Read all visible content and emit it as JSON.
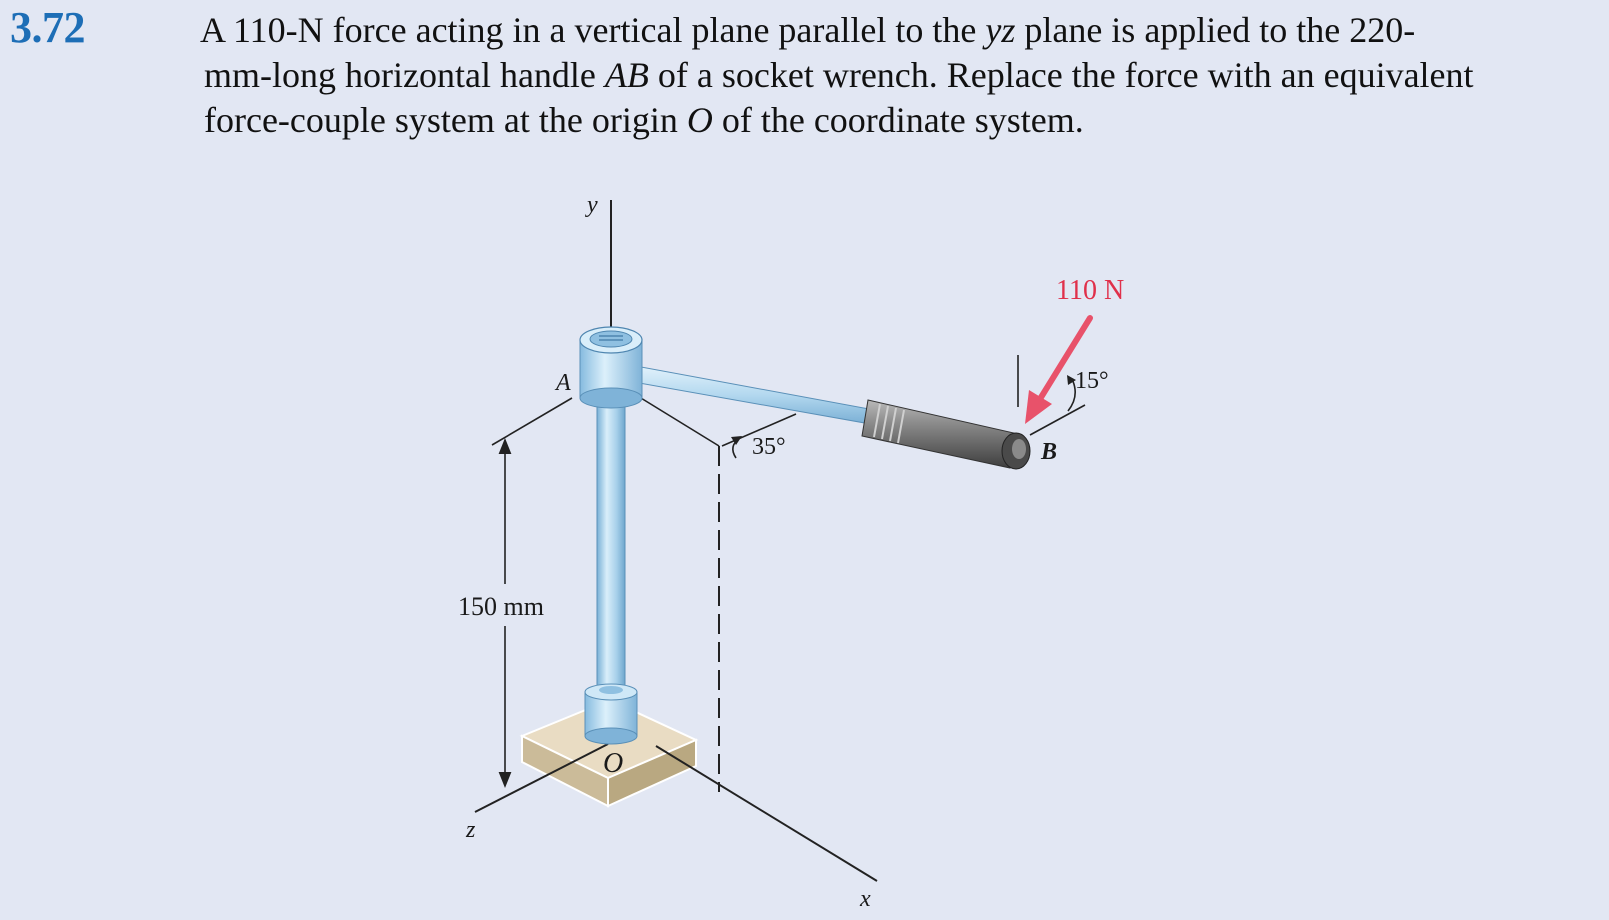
{
  "problem": {
    "number": "3.72",
    "text_lines": [
      [
        "A 110-N force acting in a vertical plane parallel to the ",
        "yz",
        " plane is applied to the 220-"
      ],
      [
        "mm-long horizontal handle ",
        "AB",
        " of a socket wrench. Replace the force with an equivalent"
      ],
      [
        "force-couple system at the origin ",
        "O",
        " of the coordinate system."
      ]
    ]
  },
  "figure": {
    "axis_labels": {
      "y": "y",
      "z": "z",
      "x": "x"
    },
    "point_labels": {
      "A": "A",
      "B": "B",
      "O": "O"
    },
    "force_label": "110 N",
    "angle_35": "35°",
    "angle_15": "15°",
    "dimension_label": "150 mm",
    "colors": {
      "force_arrow": "#e8526a",
      "force_text": "#e0304a",
      "shaft_light": "#d7ecf8",
      "shaft_mid": "#a9d2ec",
      "shaft_dark": "#6fa8cf",
      "base_top": "#e9dcc3",
      "base_side": "#cbbb99",
      "grip": "#6a6a6a"
    }
  }
}
